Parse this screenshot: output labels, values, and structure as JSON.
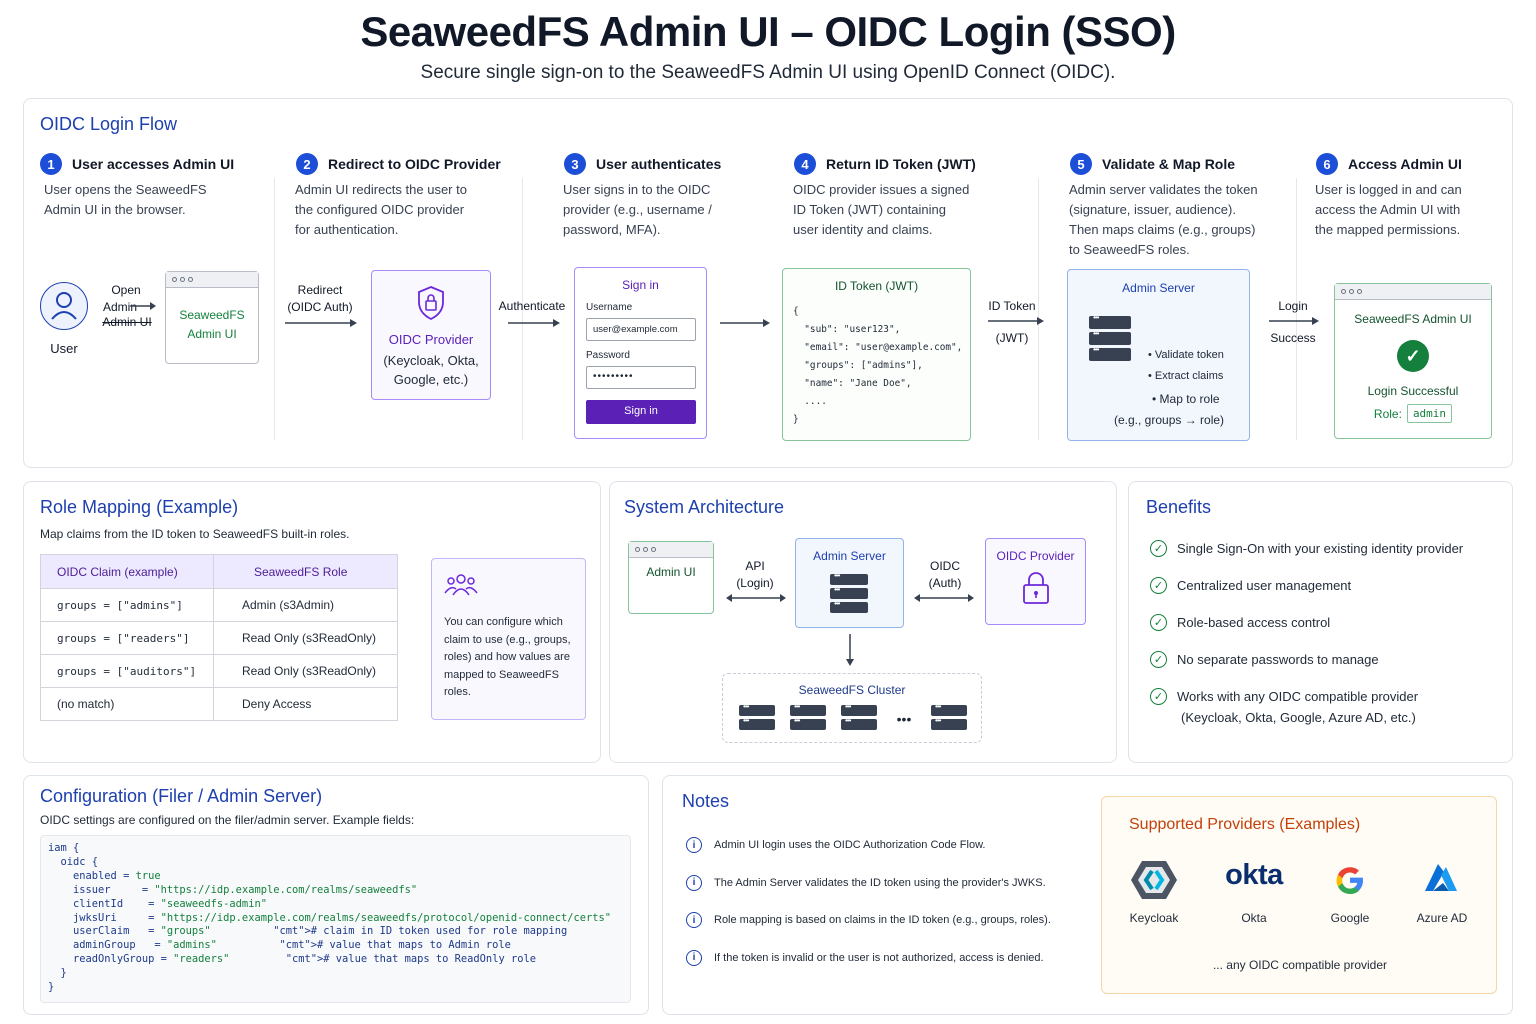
{
  "header": {
    "title": "SeaweedFS Admin UI – OIDC Login (SSO)",
    "subtitle": "Secure single sign-on to the SeaweedFS Admin UI using OpenID Connect (OIDC)."
  },
  "flow": {
    "title": "OIDC Login Flow",
    "steps": [
      {
        "num": "1",
        "title": "User accesses Admin UI",
        "desc": [
          "User opens the SeaweedFS",
          "Admin UI in the browser."
        ]
      },
      {
        "num": "2",
        "title": "Redirect to OIDC Provider",
        "desc": [
          "Admin UI redirects the user to",
          "the configured OIDC provider",
          "for authentication."
        ]
      },
      {
        "num": "3",
        "title": "User authenticates",
        "desc": [
          "User signs in to the OIDC",
          "provider (e.g., username /",
          "password, MFA)."
        ]
      },
      {
        "num": "4",
        "title": "Return ID Token (JWT)",
        "desc": [
          "OIDC provider issues a signed",
          "ID Token (JWT) containing",
          "user identity and claims."
        ]
      },
      {
        "num": "5",
        "title": "Validate & Map Role",
        "desc": [
          "Admin server validates the token",
          "(signature, issuer, audience).",
          "Then maps claims (e.g., groups)",
          "to SeaweedFS roles."
        ]
      },
      {
        "num": "6",
        "title": "Access Admin UI",
        "desc": [
          "User is logged in and can",
          "access the Admin UI with",
          "the mapped permissions."
        ]
      }
    ],
    "user_label": "User",
    "open_label": [
      "Open",
      "Admin",
      "Admin UI"
    ],
    "admin_ui_box": [
      "SeaweedFS",
      "Admin UI"
    ],
    "redirect_label": [
      "Redirect",
      "(OIDC Auth)"
    ],
    "provider_box": {
      "title": "OIDC Provider",
      "sub": [
        "(Keycloak, Okta,",
        "Google, etc.)"
      ]
    },
    "authenticate_label": "Authenticate",
    "signin": {
      "title": "Sign in",
      "username_label": "Username",
      "username_value": "user@example.com",
      "password_label": "Password",
      "password_value": "•••••••••",
      "button": "Sign in"
    },
    "jwt": {
      "title": "ID Token (JWT)",
      "lines": [
        "{",
        "  \"sub\": \"user123\",",
        "  \"email\": \"user@example.com\",",
        "  \"groups\": [\"admins\"],",
        "  \"name\": \"Jane Doe\",",
        "  ....",
        "}"
      ]
    },
    "idtoken_label": [
      "ID Token",
      "(JWT)"
    ],
    "admin_server": {
      "title": "Admin Server",
      "items": [
        "• Validate token",
        "• Extract claims",
        "• Map to role"
      ],
      "note": "(e.g., groups → role)"
    },
    "login_label": [
      "Login",
      "Success"
    ],
    "success_box": {
      "title": "SeaweedFS Admin UI",
      "msg": "Login Successful",
      "role_label": "Role:",
      "role_value": "admin"
    }
  },
  "role_mapping": {
    "title": "Role Mapping (Example)",
    "desc": "Map claims from the ID token to SeaweedFS built-in roles.",
    "headers": [
      "OIDC Claim (example)",
      "SeaweedFS Role"
    ],
    "rows": [
      [
        "groups = [\"admins\"]",
        "Admin (s3Admin)"
      ],
      [
        "groups = [\"readers\"]",
        "Read Only (s3ReadOnly)"
      ],
      [
        "groups = [\"auditors\"]",
        "Read Only (s3ReadOnly)"
      ],
      [
        "(no match)",
        "Deny Access"
      ]
    ],
    "callout": [
      "You can configure which",
      "claim to use (e.g., groups,",
      "roles) and how values are",
      "mapped to SeaweedFS",
      "roles."
    ]
  },
  "architecture": {
    "title": "System Architecture",
    "admin_ui": "Admin UI",
    "api_label": [
      "API",
      "(Login)"
    ],
    "admin_server": "Admin Server",
    "oidc_label": [
      "OIDC",
      "(Auth)"
    ],
    "oidc_provider": "OIDC Provider",
    "cluster": "SeaweedFS Cluster",
    "dots": "•••"
  },
  "benefits": {
    "title": "Benefits",
    "items": [
      "Single Sign-On with your existing identity provider",
      "Centralized user management",
      "Role-based access control",
      "No separate passwords to manage",
      "Works with any OIDC compatible provider"
    ],
    "extra": "(Keycloak, Okta, Google, Azure AD, etc.)"
  },
  "config": {
    "title": "Configuration (Filer / Admin Server)",
    "desc": "OIDC settings are configured on the filer/admin server. Example fields:",
    "code": [
      "iam {",
      "  oidc {",
      "    enabled = true",
      "    issuer     = \"https://idp.example.com/realms/seaweedfs\"",
      "    clientId    = \"seaweedfs-admin\"",
      "    jwksUri     = \"https://idp.example.com/realms/seaweedfs/protocol/openid-connect/certs\"",
      "    userClaim   = \"groups\"          # claim in ID token used for role mapping",
      "    adminGroup   = \"admins\"          # value that maps to Admin role",
      "    readOnlyGroup = \"readers\"         # value that maps to ReadOnly role",
      "  }",
      "}"
    ]
  },
  "notes": {
    "title": "Notes",
    "items": [
      "Admin UI login uses the OIDC Authorization Code Flow.",
      "The Admin Server validates the ID token using the provider's JWKS.",
      "Role mapping is based on claims in the ID token (e.g., groups, roles).",
      "If the token is invalid or the user is not authorized, access is denied."
    ]
  },
  "providers": {
    "title": "Supported Providers (Examples)",
    "items": [
      "Keycloak",
      "Okta",
      "Google",
      "Azure AD"
    ],
    "okta_logo": "okta",
    "footer": "... any OIDC compatible provider"
  },
  "colors": {
    "accent": "#1e40af",
    "purple": "#5b21b6",
    "green": "#15803d",
    "orange": "#c2410c"
  }
}
